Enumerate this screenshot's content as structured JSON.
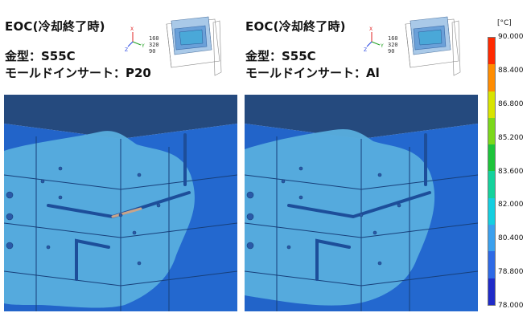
{
  "colors": {
    "top_face": "#254a7e",
    "front_face": "#2264c9",
    "hot_zone": "#58aede",
    "line": "#173f7a"
  },
  "panels": [
    {
      "title": "EOC(冷却終了時)",
      "mold_label": "金型：S55C",
      "insert_label": "モールドインサート：P20"
    },
    {
      "title": "EOC(冷却終了時)",
      "mold_label": "金型：S55C",
      "insert_label": "モールドインサート：Al"
    }
  ],
  "axis_values": [
    "160",
    "320",
    "90"
  ],
  "axis_letters": {
    "x": "X",
    "y": "Y",
    "z": "Z"
  },
  "legend": {
    "unit": "[°C]",
    "labels": [
      "90.000",
      "88.400",
      "86.800",
      "85.200",
      "83.600",
      "82.000",
      "80.400",
      "78.800",
      "78.000"
    ],
    "colors": [
      "#ff2a00",
      "#ff8c00",
      "#d8e400",
      "#7bd81a",
      "#1dc43a",
      "#14d29c",
      "#14cfe0",
      "#3aa0ee",
      "#2e6ae6",
      "#1f2bc8"
    ]
  }
}
